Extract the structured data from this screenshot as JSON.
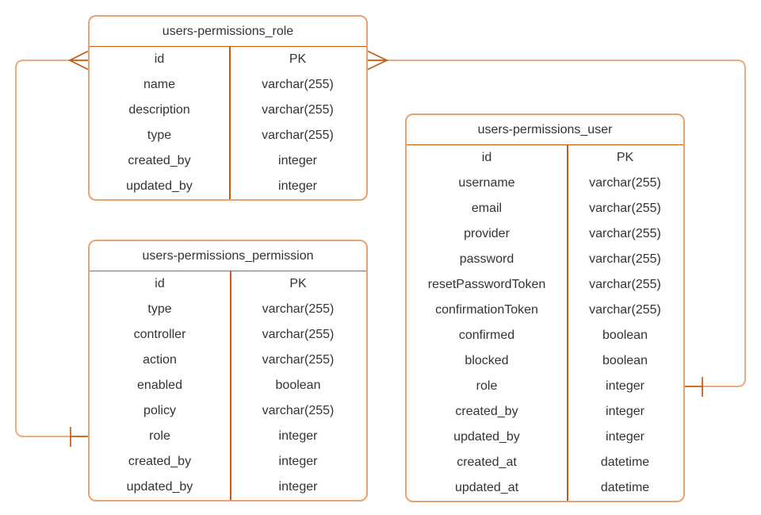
{
  "diagram": {
    "colors": {
      "table_border": "#eba271",
      "divider_line": "#c45b10",
      "connector_line": "#edac7d",
      "text": "#333333",
      "background": "#ffffff"
    },
    "tables": [
      {
        "id": "role",
        "title": "users-permissions_role",
        "rows": [
          {
            "field": "id",
            "type": "PK"
          },
          {
            "field": "name",
            "type": "varchar(255)"
          },
          {
            "field": "description",
            "type": "varchar(255)"
          },
          {
            "field": "type",
            "type": "varchar(255)"
          },
          {
            "field": "created_by",
            "type": "integer"
          },
          {
            "field": "updated_by",
            "type": "integer"
          }
        ]
      },
      {
        "id": "permission",
        "title": "users-permissions_permission",
        "rows": [
          {
            "field": "id",
            "type": "PK"
          },
          {
            "field": "type",
            "type": "varchar(255)"
          },
          {
            "field": "controller",
            "type": "varchar(255)"
          },
          {
            "field": "action",
            "type": "varchar(255)"
          },
          {
            "field": "enabled",
            "type": "boolean"
          },
          {
            "field": "policy",
            "type": "varchar(255)"
          },
          {
            "field": "role",
            "type": "integer"
          },
          {
            "field": "created_by",
            "type": "integer"
          },
          {
            "field": "updated_by",
            "type": "integer"
          }
        ]
      },
      {
        "id": "user",
        "title": "users-permissions_user",
        "rows": [
          {
            "field": "id",
            "type": "PK"
          },
          {
            "field": "username",
            "type": "varchar(255)"
          },
          {
            "field": "email",
            "type": "varchar(255)"
          },
          {
            "field": "provider",
            "type": "varchar(255)"
          },
          {
            "field": "password",
            "type": "varchar(255)"
          },
          {
            "field": "resetPasswordToken",
            "type": "varchar(255)"
          },
          {
            "field": "confirmationToken",
            "type": "varchar(255)"
          },
          {
            "field": "confirmed",
            "type": "boolean"
          },
          {
            "field": "blocked",
            "type": "boolean"
          },
          {
            "field": "role",
            "type": "integer"
          },
          {
            "field": "created_by",
            "type": "integer"
          },
          {
            "field": "updated_by",
            "type": "integer"
          },
          {
            "field": "created_at",
            "type": "datetime"
          },
          {
            "field": "updated_at",
            "type": "datetime"
          }
        ]
      }
    ],
    "relationships": [
      {
        "from_table": "users-permissions_role",
        "from_field": "id",
        "from_cardinality": "many",
        "to_table": "users-permissions_permission",
        "to_field": "role",
        "to_cardinality": "one"
      },
      {
        "from_table": "users-permissions_role",
        "from_field": "id",
        "from_cardinality": "many",
        "to_table": "users-permissions_user",
        "to_field": "role",
        "to_cardinality": "one"
      }
    ]
  }
}
